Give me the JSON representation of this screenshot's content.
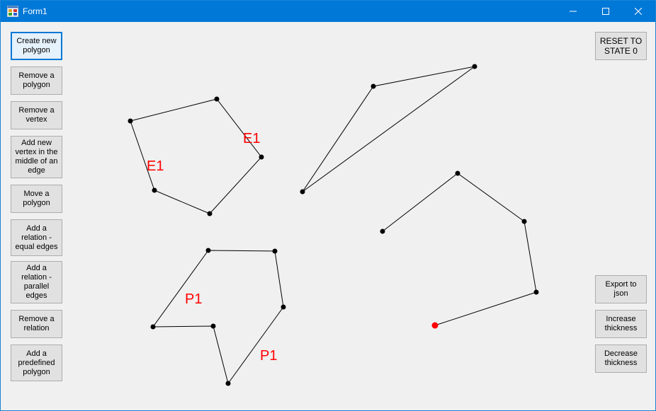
{
  "window": {
    "title": "Form1",
    "icons": {
      "app": "form-app-icon",
      "minimize": "minimize-icon",
      "maximize": "maximize-icon",
      "close": "close-icon"
    }
  },
  "left_toolbar": [
    {
      "id": "create-new-polygon-button",
      "label": "Create new\npolygon",
      "default": true
    },
    {
      "id": "remove-polygon-button",
      "label": "Remove a\npolygon"
    },
    {
      "id": "remove-vertex-button",
      "label": "Remove a\nvertex"
    },
    {
      "id": "add-vertex-middle-edge-button",
      "label": "Add new\nvertex in the\nmiddle of an\nedge"
    },
    {
      "id": "move-polygon-button",
      "label": "Move a\npolygon"
    },
    {
      "id": "add-relation-equal-edges-button",
      "label": "Add a\nrelation -\nequal edges"
    },
    {
      "id": "add-relation-parallel-edges-button",
      "label": "Add a\nrelation -\nparallel\nedges"
    },
    {
      "id": "remove-relation-button",
      "label": "Remove a\nrelation"
    },
    {
      "id": "add-predefined-polygon-button",
      "label": "Add a\npredefined\npolygon"
    }
  ],
  "right_toolbar": {
    "reset": "RESET TO\nSTATE 0",
    "export": "Export to\njson",
    "increase": "Increase\nthickness",
    "decrease": "Decrease\nthickness"
  },
  "colors": {
    "line": "#000000",
    "vertex": "#000000",
    "active_vertex": "#ff0000",
    "relation_label": "#ff0000"
  },
  "relation_labels": {
    "e1_a": "E1",
    "e1_b": "E1",
    "p1_a": "P1",
    "p1_b": "P1"
  }
}
